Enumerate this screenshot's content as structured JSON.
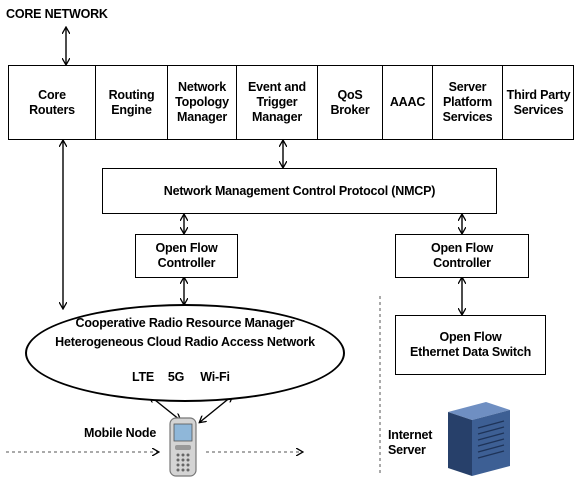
{
  "core_network": "CORE NETWORK",
  "top_bar": {
    "items": [
      "Core\nRouters",
      "Routing\nEngine",
      "Network\nTopology\nManager",
      "Event and\nTrigger\nManager",
      "QoS\nBroker",
      "AAAC",
      "Server\nPlatform\nServices",
      "Third Party\nServices"
    ]
  },
  "nmcp": "Network Management Control Protocol (NMCP)",
  "controller_left": "Open Flow\nController",
  "controller_right": "Open Flow\nController",
  "switch": "Open Flow\nEthernet Data Switch",
  "ellipse": {
    "line1": "Cooperative Radio Resource Manager",
    "line2": "Heterogeneous Cloud Radio Access Network",
    "techs": [
      "LTE",
      "5G",
      "Wi-Fi"
    ]
  },
  "mobile_node": "Mobile Node",
  "internet_server": "Internet\nServer",
  "colors": {
    "line": "#000000",
    "server_body": "#3d5f94",
    "server_side": "#27406a",
    "phone_body": "#cfcfcf"
  }
}
